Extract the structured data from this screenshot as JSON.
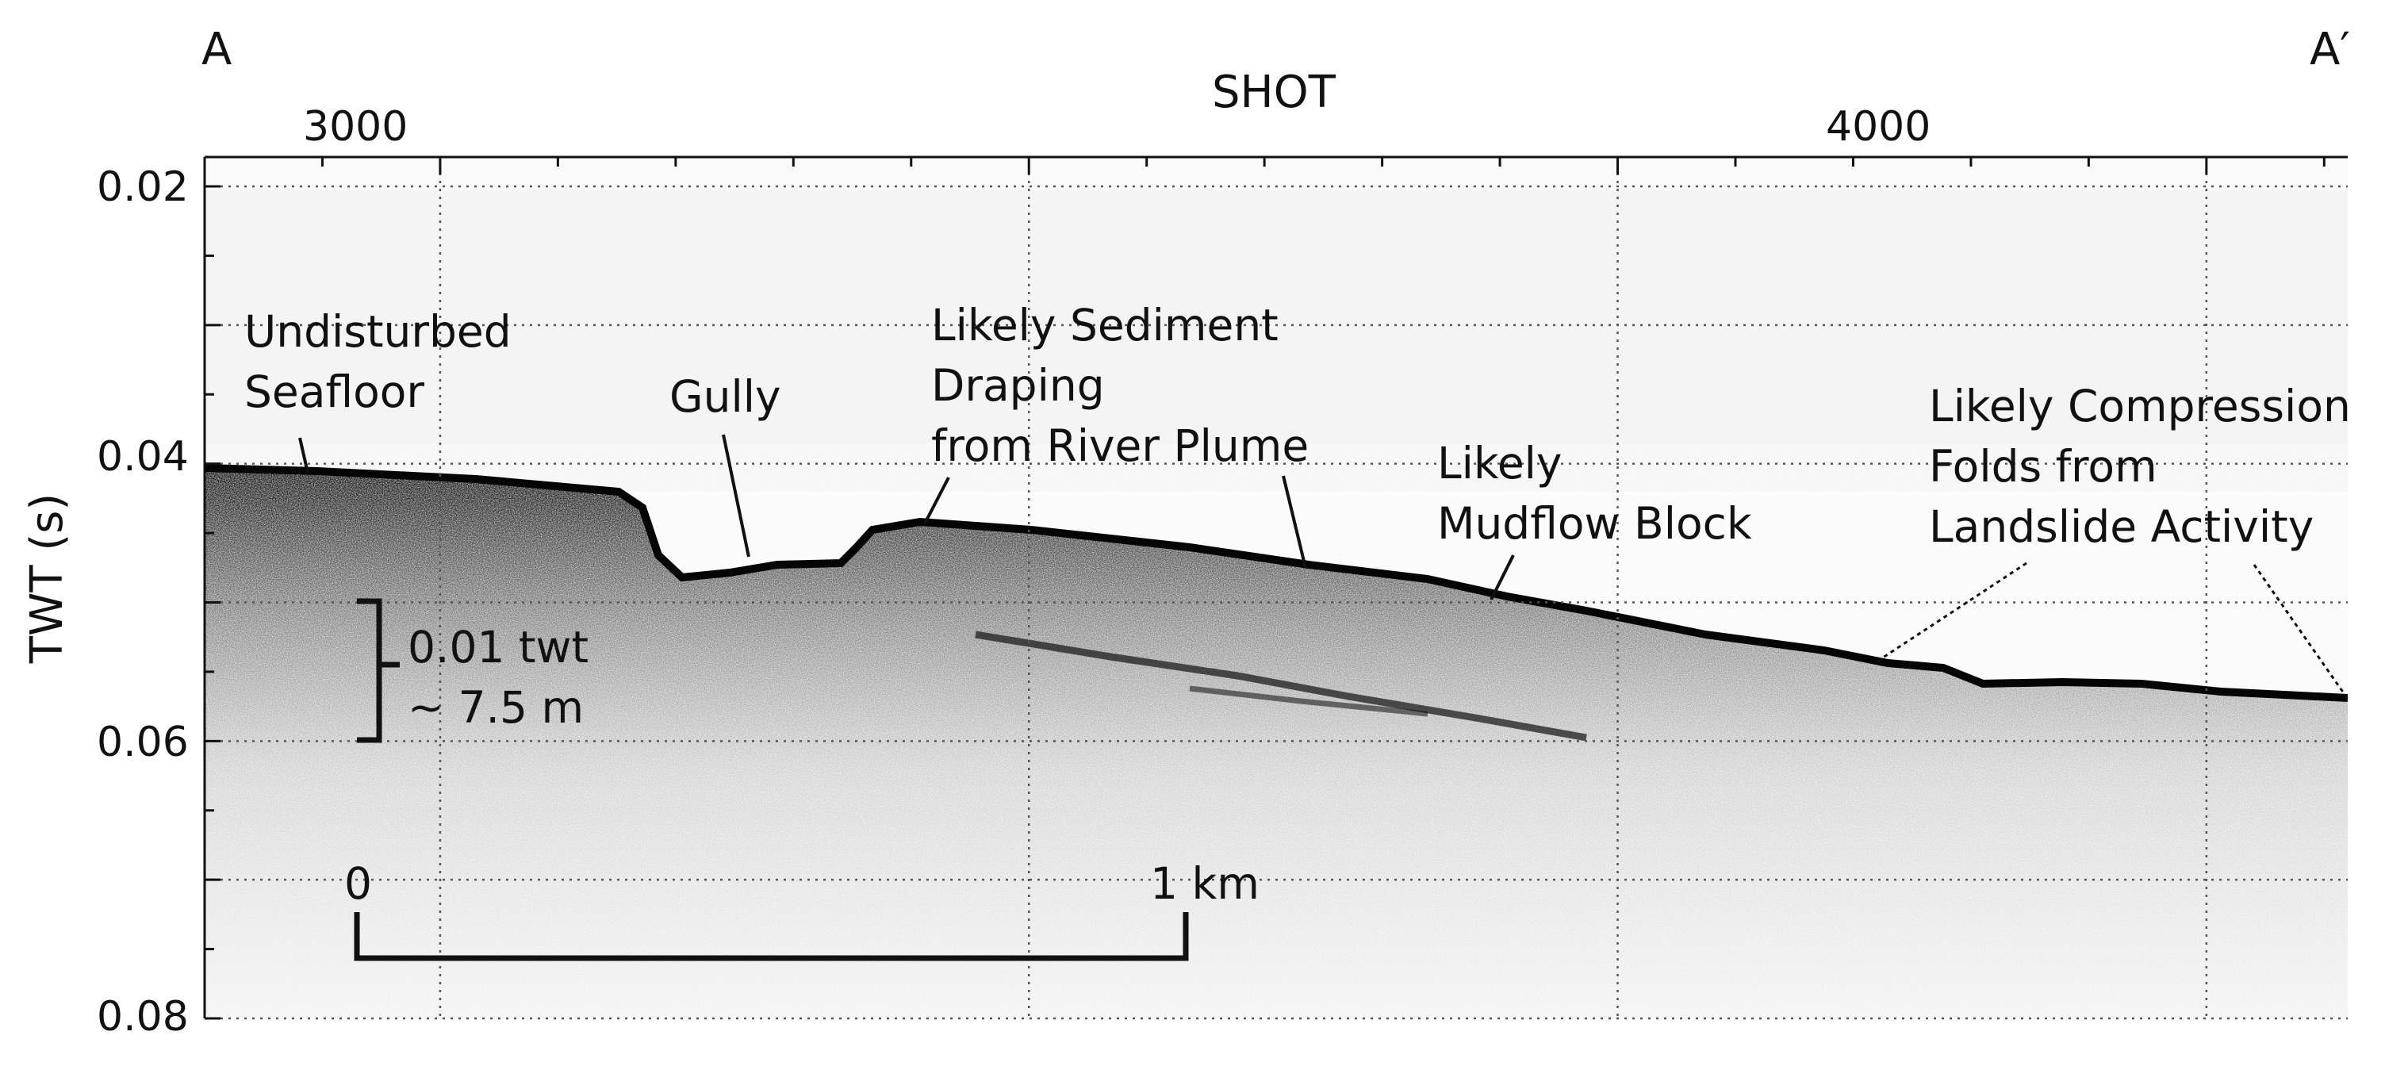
{
  "profile": {
    "start_label": "A",
    "end_label": "A′",
    "top_axis_title": "SHOT",
    "top_axis_ticks": [
      "3000",
      "4000"
    ],
    "left_axis_title": "TWT (s)",
    "left_axis_ticks": [
      "0.02",
      "0.04",
      "0.06",
      "0.08"
    ],
    "vertical_range_s": [
      0.02,
      0.08
    ],
    "shot_range": [
      2800,
      4620
    ],
    "grid": true
  },
  "scale_bars": {
    "vertical": {
      "line1": "0.01 twt",
      "line2": "~ 7.5 m"
    },
    "horizontal": {
      "start": "0",
      "end": "1 km"
    }
  },
  "annotations": {
    "undisturbed": {
      "line1": "Undisturbed",
      "line2": "Seafloor"
    },
    "gully": {
      "line1": "Gully"
    },
    "draping": {
      "line1": "Likely Sediment",
      "line2": "Draping",
      "line3": "from River Plume"
    },
    "mudflow": {
      "line1": "Likely",
      "line2": "Mudflow Block"
    },
    "compression": {
      "line1": "Likely Compression",
      "line2": "Folds from",
      "line3": "Landslide Activity"
    }
  },
  "colors": {
    "ink": "#111111",
    "grid": "#555555",
    "background": "#ffffff"
  }
}
